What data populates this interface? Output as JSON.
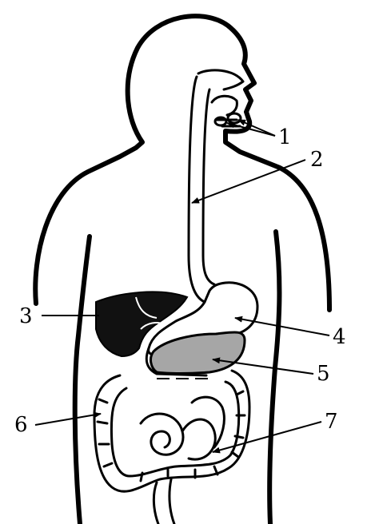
{
  "labels": [
    "1",
    "2",
    "3",
    "4",
    "5",
    "6",
    "7"
  ],
  "colors": {
    "ink": "#000000",
    "liver": "#111111",
    "pancreas": "#a6a6a6",
    "background": "#ffffff"
  }
}
